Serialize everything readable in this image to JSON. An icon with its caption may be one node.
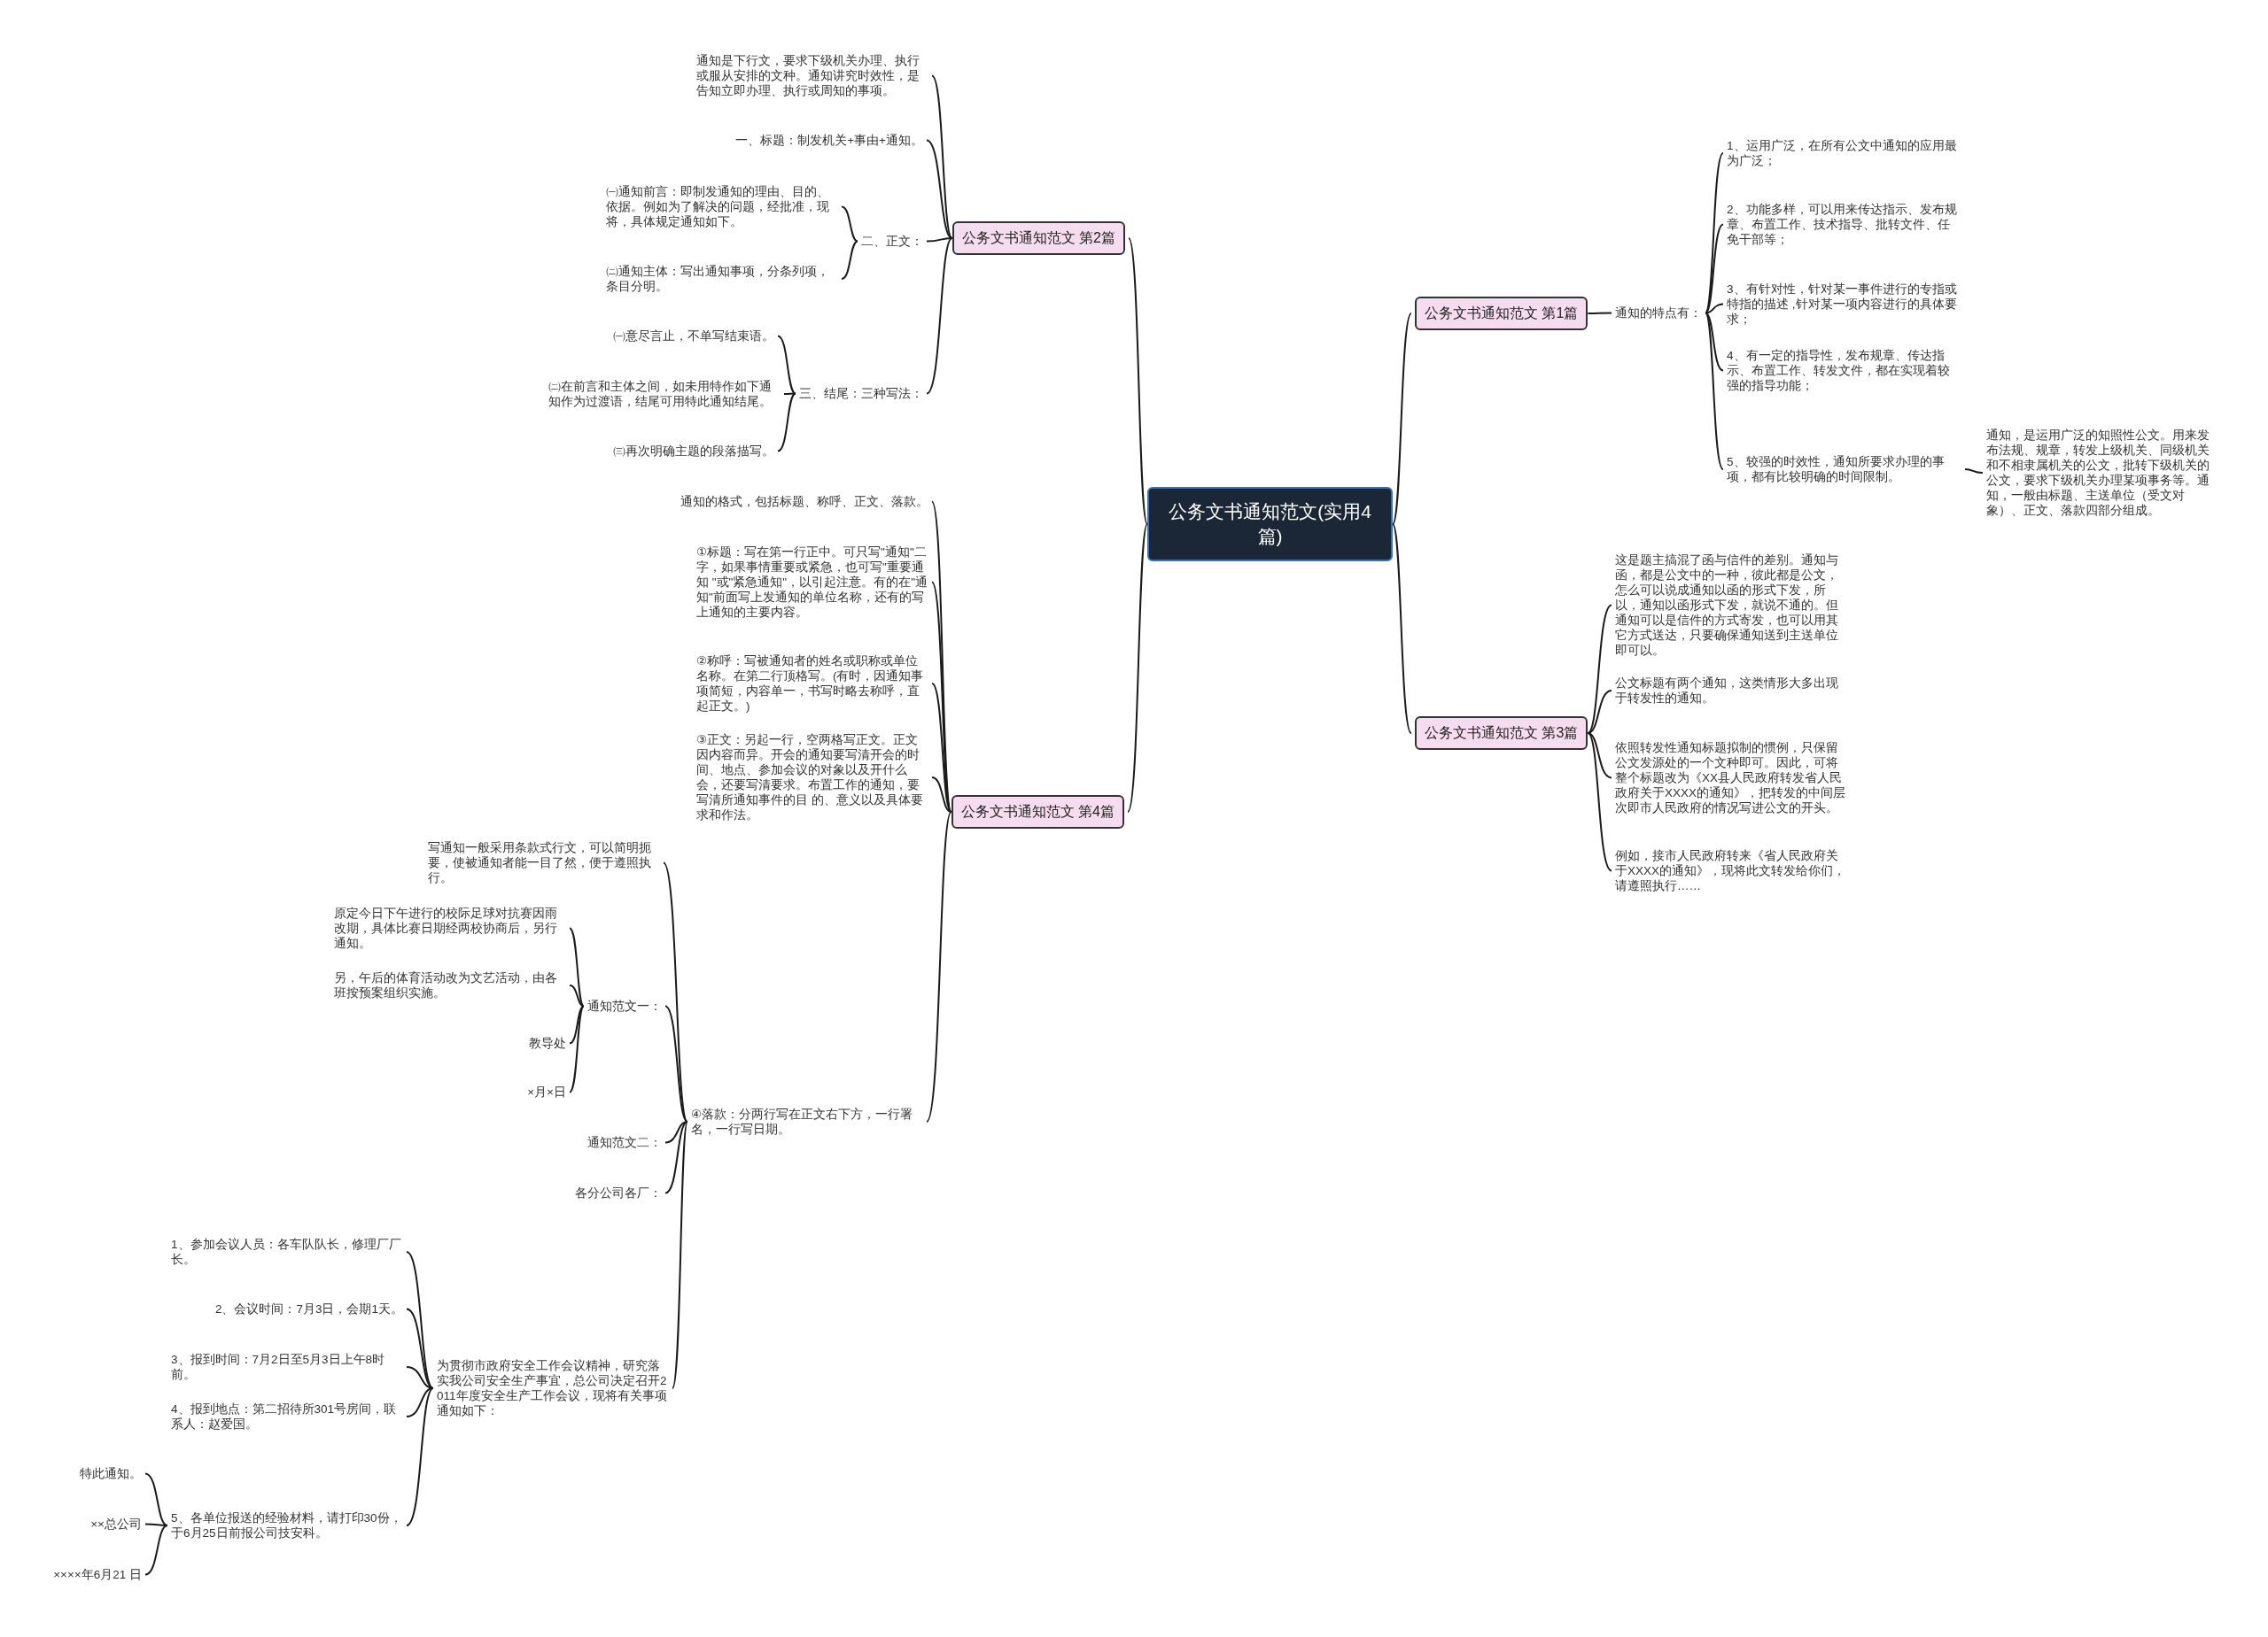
{
  "diagram": {
    "nodes": [
      {
        "text": [
          "公务文书通知范文(实用4篇)"
        ]
      },
      {
        "text": [
          "公务文书通知范文 第2篇"
        ]
      },
      {
        "text": [
          "通知是下行文，要求下级机关办理、执行或服从安排的文种。通知讲究时效性，是告知立即办理、执行或周知的事项。"
        ]
      },
      {
        "text": [
          "一、标题：制发机关+事由+通知。"
        ]
      },
      {
        "text": [
          "二、正文："
        ]
      },
      {
        "text": [
          "㈠通知前言：即制发通知的理由、目的、依据。例如为了解决的问题，经批准，现将，具体规定通知如下。"
        ]
      },
      {
        "text": [
          "㈡通知主体：写出通知事项，分条列项，条目分明。"
        ]
      },
      {
        "text": [
          "三、结尾：三种写法："
        ]
      },
      {
        "text": [
          "㈠意尽言止，不单写结束语。"
        ]
      },
      {
        "text": [
          "㈡在前言和主体之间，如未用特作如下通知作为过渡语，结尾可用特此通知结尾。"
        ]
      },
      {
        "text": [
          "㈢再次明确主题的段落描写。"
        ]
      },
      {
        "text": [
          "公务文书通知范文 第1篇"
        ]
      },
      {
        "text": [
          "通知的特点有："
        ]
      },
      {
        "text": [
          "1、运用广泛，在所有公文中通知的应用最为广泛；"
        ]
      },
      {
        "text": [
          "2、功能多样，可以用来传达指示、发布规章、布置工作、技术指导、批转文件、任免干部等；"
        ]
      },
      {
        "text": [
          "3、有针对性，针对某一事件进行的专指或特指的描述 ,针对某一项内容进行的具体要求；"
        ]
      },
      {
        "text": [
          "4、有一定的指导性，发布规章、传达指示、布置工作、转发文件，都在实现着较强的指导功能；"
        ]
      },
      {
        "text": [
          "5、较强的时效性，通知所要求办理的事项，都有比较明确的时间限制。"
        ]
      },
      {
        "text": [
          "通知，是运用广泛的知照性公文。用来发布法规、规章，转发上级机关、同级机关和不相隶属机关的公文，批转下级机关的公文，要求下级机关办理某项事务等。通知，一般由标题、主送单位（受文对象）、正文、落款四部分组成。"
        ]
      },
      {
        "text": [
          "公务文书通知范文 第3篇"
        ]
      },
      {
        "text": [
          "这是题主搞混了函与信件的差别。通知与函，都是公文中的一种，彼此都是公文，怎么可以说成通知以函的形式下发，所以，通知以函形式下发，就说不通的。但通知可以是信件的方式寄发，也可以用其它方式送达，只要确保通知送到主送单位即可以。"
        ]
      },
      {
        "text": [
          "公文标题有两个通知，这类情形大多出现于转发性的通知。"
        ]
      },
      {
        "text": [
          "依照转发性通知标题拟制的惯例，只保留公文发源处的一个文种即可。因此，可将整个标题改为《XX县人民政府转发省人民政府关于XXXX的通知》，把转发的中间层次即市人民政府的情况写进公文的开头。"
        ]
      },
      {
        "text": [
          "例如，接市人民政府转来《省人民政府关于XXXX的通知》，现将此文转发给你们，请遵照执行……"
        ]
      },
      {
        "text": [
          "公务文书通知范文 第4篇"
        ]
      },
      {
        "text": [
          "通知的格式，包括标题、称呼、正文、落款。"
        ]
      },
      {
        "text": [
          "①标题：写在第一行正中。可只写\"通知\"二字，如果事情重要或紧急，也可写\"重要通知 \"或\"紧急通知\"，以引起注意。有的在\"通知\"前面写上发通知的单位名称，还有的写上通知的主要内容。"
        ]
      },
      {
        "text": [
          "②称呼：写被通知者的姓名或职称或单位名称。在第二行顶格写。(有时，因通知事项简短，内容单一，书写时略去称呼，直起正文。)"
        ]
      },
      {
        "text": [
          "③正文：另起一行，空两格写正文。正文因内容而异。开会的通知要写清开会的时间、地点、参加会议的对象以及开什么会，还要写清要求。布置工作的通知，要写清所通知事件的目 的、意义以及具体要求和作法。"
        ]
      },
      {
        "text": [
          "④落款：分两行写在正文右下方，一行署名，一行写日期。"
        ]
      },
      {
        "text": [
          "写通知一般采用条款式行文，可以简明扼要，使被通知者能一目了然，便于遵照执行。"
        ]
      },
      {
        "text": [
          "通知范文一："
        ]
      },
      {
        "text": [
          "原定今日下午进行的校际足球对抗赛因雨改期，具体比赛日期经两校协商后，另行通知。"
        ]
      },
      {
        "text": [
          "另，午后的体育活动改为文艺活动，由各班按预案组织实施。"
        ]
      },
      {
        "text": [
          "教导处"
        ]
      },
      {
        "text": [
          "×月×日"
        ]
      },
      {
        "text": [
          "通知范文二："
        ]
      },
      {
        "text": [
          "各分公司各厂："
        ]
      },
      {
        "text": [
          "为贯彻市政府安全工作会议精神，研究落实我公司安全生产事宜，总公司决定召开2011年度安全生产工作会议，现将有关事项通知如下："
        ]
      },
      {
        "text": [
          "1、参加会议人员：各车队队长，修理厂厂长。"
        ]
      },
      {
        "text": [
          "2、会议时间：7月3日，会期1天。"
        ]
      },
      {
        "text": [
          "3、报到时间：7月2日至5月3日上午8时前。"
        ]
      },
      {
        "text": [
          "4、报到地点：第二招待所301号房间，联系人：赵爱国。"
        ]
      },
      {
        "text": [
          "5、各单位报送的经验材料，请打印30份，于6月25日前报公司技安科。"
        ]
      },
      {
        "text": [
          "特此通知。"
        ]
      },
      {
        "text": [
          "××总公司"
        ]
      },
      {
        "text": [
          "××××年6月21 日"
        ]
      }
    ],
    "edges": [
      {
        "from": 0,
        "to": 1,
        "arrow": "none"
      },
      {
        "from": 1,
        "to": 2,
        "arrow": "none"
      },
      {
        "from": 1,
        "to": 3,
        "arrow": "none"
      },
      {
        "from": 1,
        "to": 4,
        "arrow": "none"
      },
      {
        "from": 4,
        "to": 5,
        "arrow": "none"
      },
      {
        "from": 4,
        "to": 6,
        "arrow": "none"
      },
      {
        "from": 1,
        "to": 7,
        "arrow": "none"
      },
      {
        "from": 7,
        "to": 8,
        "arrow": "none"
      },
      {
        "from": 7,
        "to": 9,
        "arrow": "none"
      },
      {
        "from": 7,
        "to": 10,
        "arrow": "none"
      },
      {
        "from": 0,
        "to": 11,
        "arrow": "none"
      },
      {
        "from": 11,
        "to": 12,
        "arrow": "none"
      },
      {
        "from": 12,
        "to": 13,
        "arrow": "none"
      },
      {
        "from": 12,
        "to": 14,
        "arrow": "none"
      },
      {
        "from": 12,
        "to": 15,
        "arrow": "none"
      },
      {
        "from": 12,
        "to": 16,
        "arrow": "none"
      },
      {
        "from": 12,
        "to": 17,
        "arrow": "none"
      },
      {
        "from": 17,
        "to": 18,
        "arrow": "none"
      },
      {
        "from": 0,
        "to": 19,
        "arrow": "none"
      },
      {
        "from": 19,
        "to": 20,
        "arrow": "none"
      },
      {
        "from": 19,
        "to": 21,
        "arrow": "none"
      },
      {
        "from": 19,
        "to": 22,
        "arrow": "none"
      },
      {
        "from": 19,
        "to": 23,
        "arrow": "none"
      },
      {
        "from": 0,
        "to": 24,
        "arrow": "none"
      },
      {
        "from": 24,
        "to": 25,
        "arrow": "none"
      },
      {
        "from": 24,
        "to": 26,
        "arrow": "none"
      },
      {
        "from": 24,
        "to": 27,
        "arrow": "none"
      },
      {
        "from": 24,
        "to": 28,
        "arrow": "none"
      },
      {
        "from": 24,
        "to": 29,
        "arrow": "none"
      },
      {
        "from": 29,
        "to": 30,
        "arrow": "none"
      },
      {
        "from": 29,
        "to": 31,
        "arrow": "none"
      },
      {
        "from": 31,
        "to": 32,
        "arrow": "none"
      },
      {
        "from": 31,
        "to": 33,
        "arrow": "none"
      },
      {
        "from": 31,
        "to": 34,
        "arrow": "none"
      },
      {
        "from": 31,
        "to": 35,
        "arrow": "none"
      },
      {
        "from": 29,
        "to": 36,
        "arrow": "none"
      },
      {
        "from": 29,
        "to": 37,
        "arrow": "none"
      },
      {
        "from": 29,
        "to": 38,
        "arrow": "none"
      },
      {
        "from": 38,
        "to": 39,
        "arrow": "none"
      },
      {
        "from": 38,
        "to": 40,
        "arrow": "none"
      },
      {
        "from": 38,
        "to": 41,
        "arrow": "none"
      },
      {
        "from": 38,
        "to": 42,
        "arrow": "none"
      },
      {
        "from": 38,
        "to": 43,
        "arrow": "none"
      },
      {
        "from": 43,
        "to": 44,
        "arrow": "none"
      },
      {
        "from": 43,
        "to": 45,
        "arrow": "none"
      },
      {
        "from": 43,
        "to": 46,
        "arrow": "none"
      }
    ]
  }
}
